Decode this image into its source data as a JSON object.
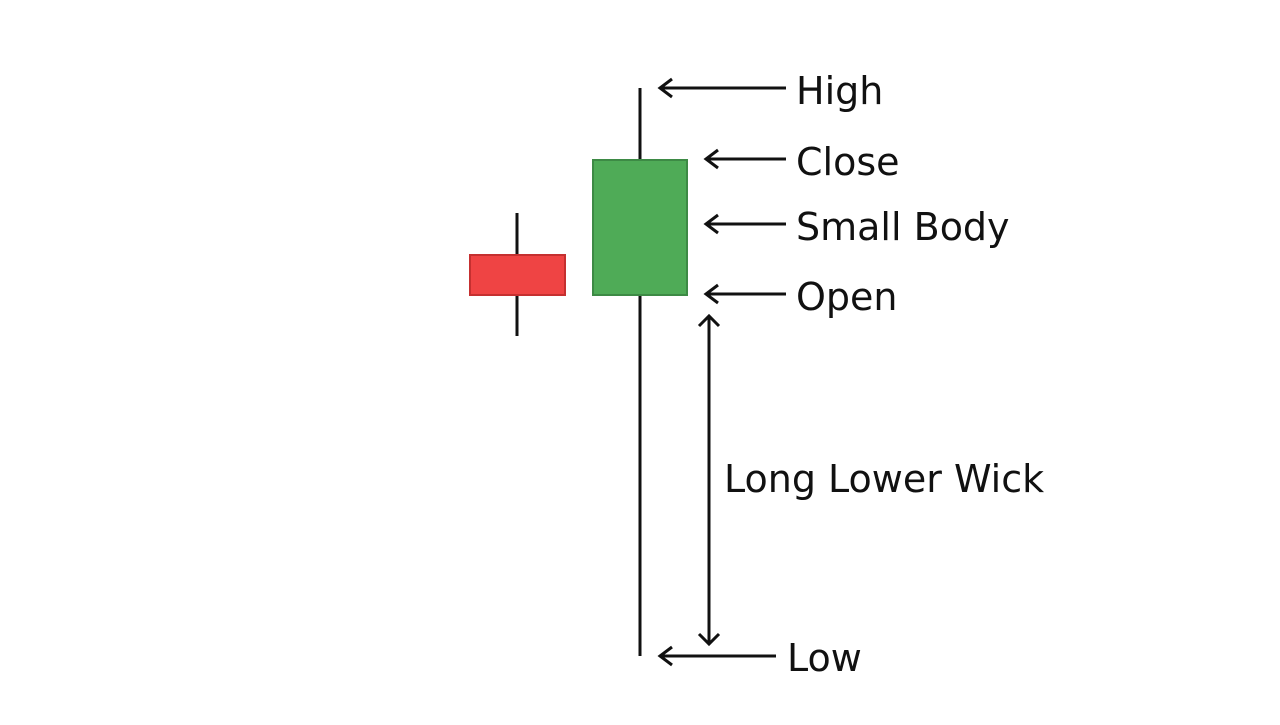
{
  "labels": {
    "high": "High",
    "close": "Close",
    "small_body": "Small Body",
    "open": "Open",
    "long_lower_wick": "Long Lower Wick",
    "low": "Low"
  },
  "colors": {
    "bearish_body": "#ef4444",
    "bearish_border": "#c53030",
    "bullish_body": "#4fab57",
    "bullish_border": "#3d8a45",
    "line": "#111111",
    "background": "#ffffff"
  }
}
